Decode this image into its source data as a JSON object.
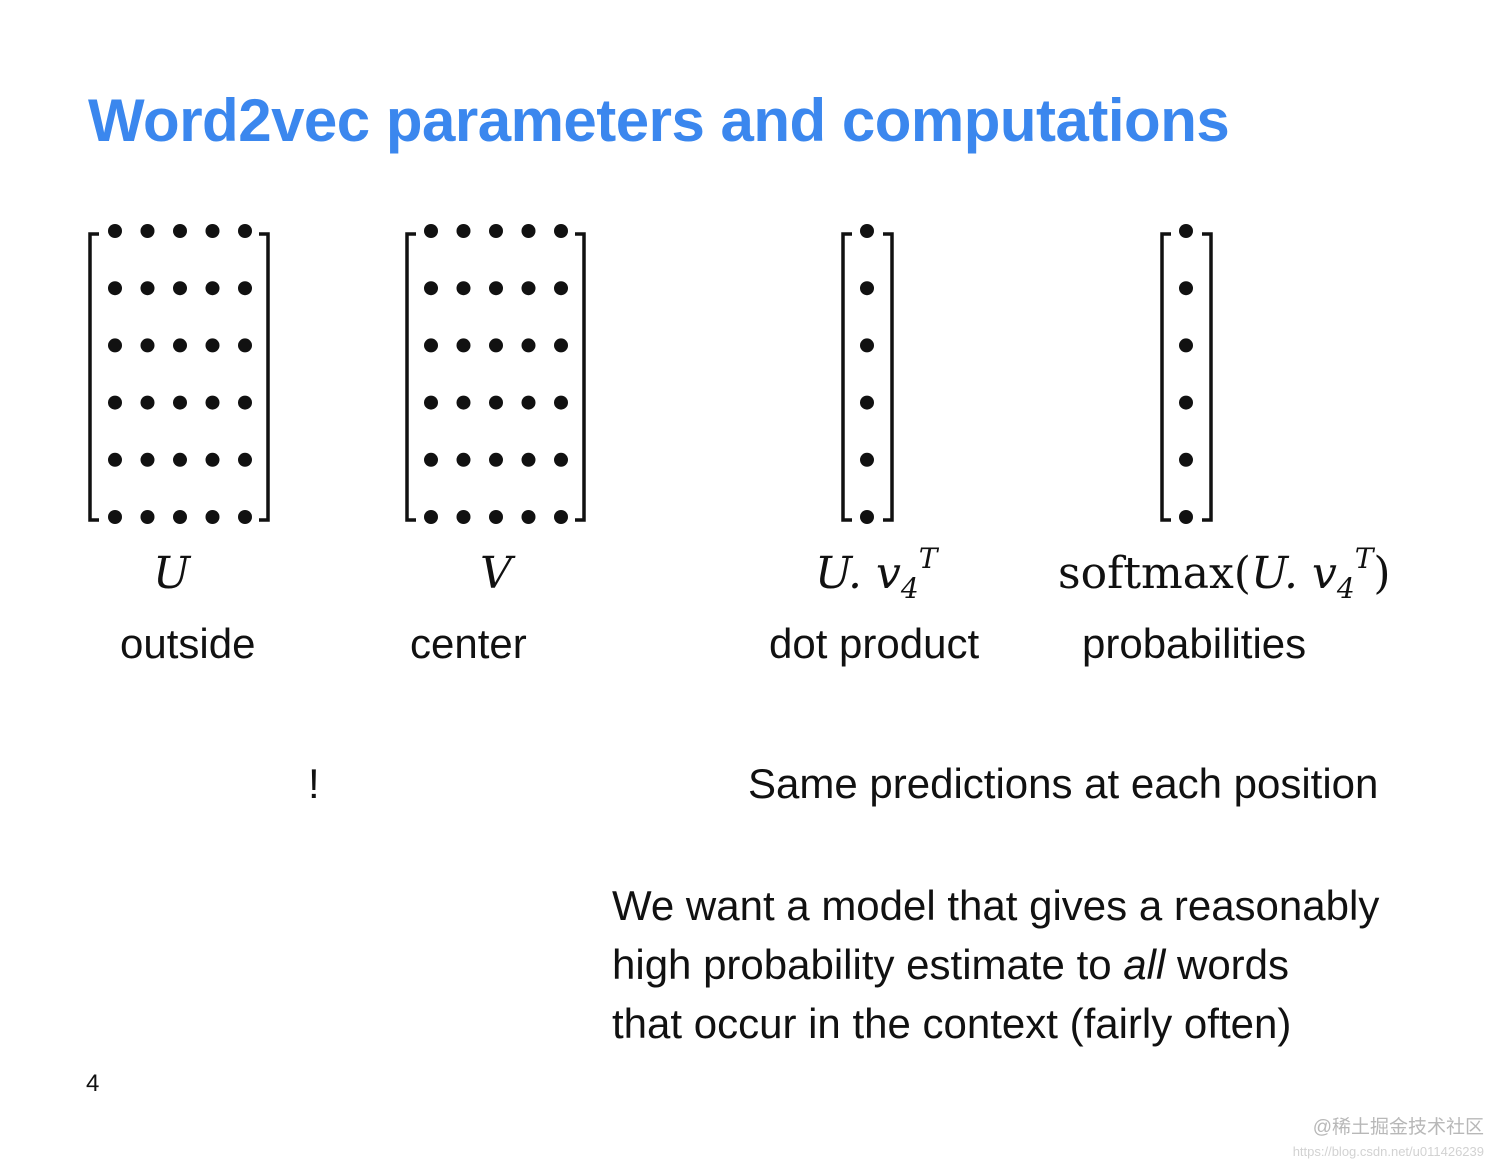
{
  "slide": {
    "title": "Word2vec parameters and computations",
    "page_number": "4"
  },
  "matrices": [
    {
      "id": "outside",
      "symbol": "U",
      "caption": "outside",
      "rows": 6,
      "cols": 5
    },
    {
      "id": "center",
      "symbol": "V",
      "caption": "center",
      "rows": 6,
      "cols": 5
    },
    {
      "id": "dot-product",
      "symbol_base": "U",
      "symbol_vec": ". v",
      "symbol_sub": "4",
      "symbol_sup": "T",
      "caption": "dot product",
      "rows": 6,
      "cols": 1
    },
    {
      "id": "probabilities",
      "symbol_fn": "softmax(",
      "symbol_base": "U",
      "symbol_vec": ". v",
      "symbol_sub": "4",
      "symbol_sup": "T",
      "symbol_close": ")",
      "caption": "probabilities",
      "rows": 6,
      "cols": 1
    }
  ],
  "exclamation": "!",
  "statements": {
    "same_predictions": "Same predictions at each position",
    "line1": "We want a model that gives a reasonably",
    "line2_before": "high probability estimate to ",
    "line2_em": "all",
    "line2_after": " words",
    "line3": "that occur in the context (fairly often)"
  },
  "watermark": {
    "brand": "@稀土掘金技术社区",
    "url": "https://blog.csdn.net/u011426239"
  }
}
